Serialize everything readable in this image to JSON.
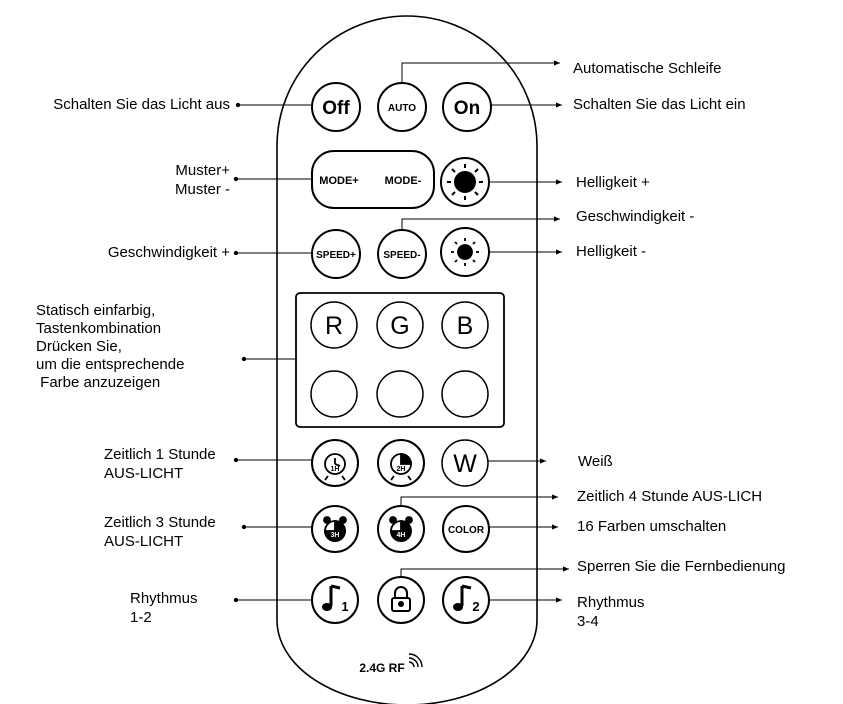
{
  "remote": {
    "brand": "2.4G RF",
    "buttons": {
      "off": "Off",
      "auto": "AUTO",
      "on": "On",
      "mode_plus": "MODE+",
      "mode_minus": "MODE-",
      "speed_plus": "SPEED+",
      "speed_minus": "SPEED-",
      "red": "R",
      "green": "G",
      "blue": "B",
      "white": "W",
      "color": "COLOR",
      "timer_1h": "1H",
      "timer_2h": "2H",
      "timer_3h": "3H",
      "timer_4h": "4H",
      "rhythm_1": "1",
      "rhythm_2": "2"
    }
  },
  "labels": {
    "light_off": "Schalten Sie das Licht aus",
    "auto_loop": "Automatische Schleife",
    "light_on": "Schalten Sie das Licht ein",
    "pattern_plus": "Muster+",
    "pattern_minus": "Muster -",
    "brightness_plus": "Helligkeit +",
    "speed_minus": "Geschwindigkeit -",
    "speed_plus": "Geschwindigkeit +",
    "brightness_minus": "Helligkeit -",
    "static_color_lines": [
      "Statisch einfarbig,",
      "Tastenkombination",
      "Drücken Sie,",
      "um die entsprechende",
      " Farbe anzuzeigen"
    ],
    "timer_1h_lines": [
      "Zeitlich 1 Stunde",
      "AUS-LICHT"
    ],
    "white": "Weiß",
    "timer_4h": "Zeitlich 4 Stunde AUS-LICH",
    "timer_3h_lines": [
      "Zeitlich 3 Stunde",
      "AUS-LICHT"
    ],
    "sixteen_colors": "16 Farben umschalten",
    "lock_remote": "Sperren Sie die Fernbedienung",
    "rhythm_left_lines": [
      "Rhythmus",
      "1-2"
    ],
    "rhythm_right_lines": [
      "Rhythmus",
      "3-4"
    ]
  }
}
